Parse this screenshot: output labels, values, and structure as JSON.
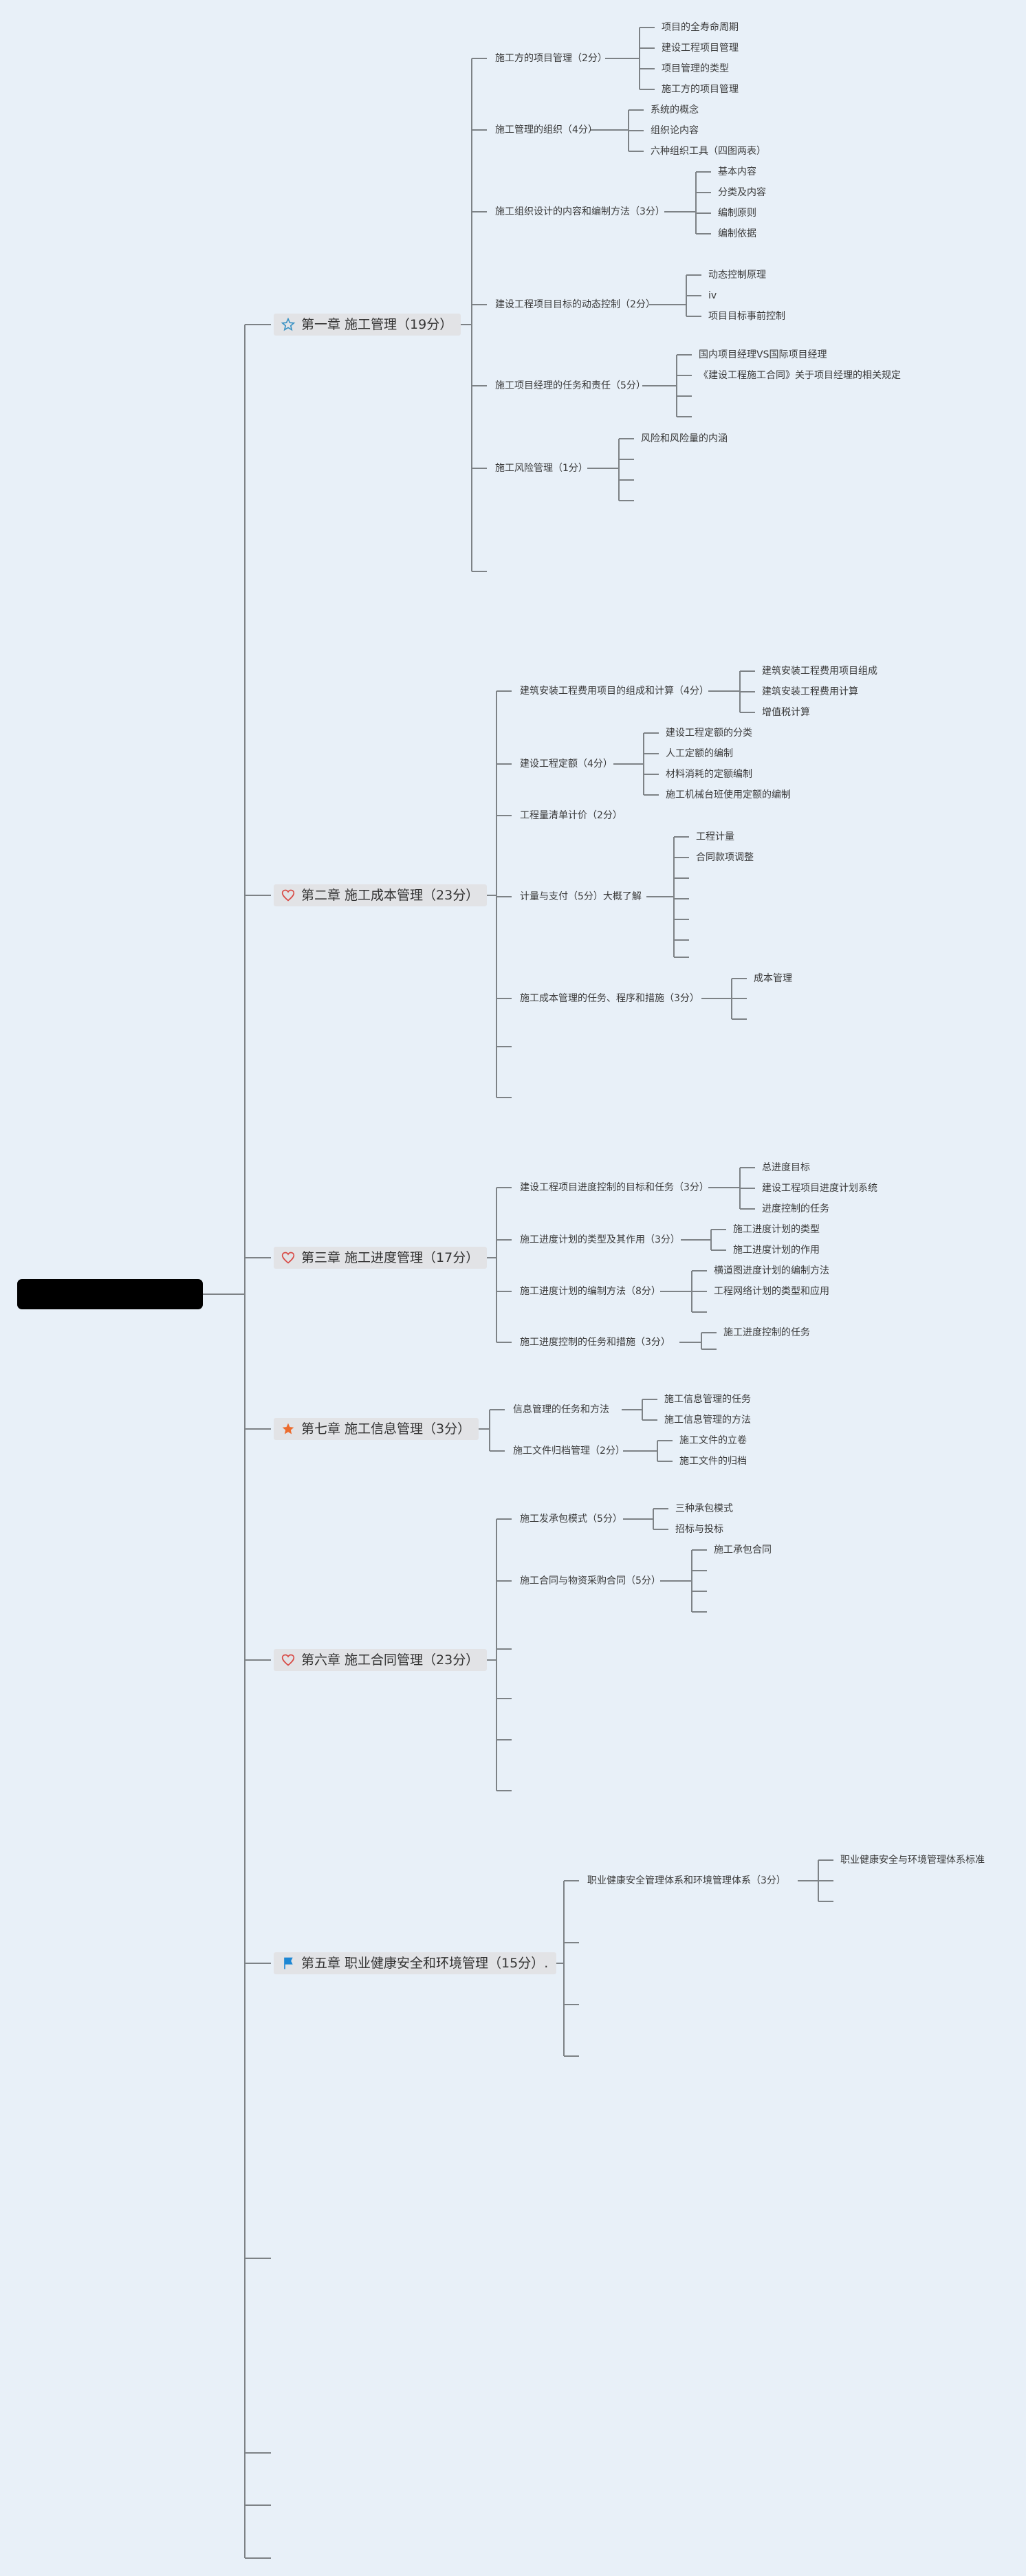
{
  "chapters": [
    {
      "label": "第一章 施工管理（19分）",
      "icon": "star-outline-icon",
      "topics": [
        {
          "label": "施工方的项目管理（2分）",
          "leaves": [
            "项目的全寿命周期",
            "建设工程项目管理",
            "项目管理的类型",
            "施工方的项目管理"
          ]
        },
        {
          "label": "施工管理的组织（4分）",
          "leaves": [
            "系统的概念",
            "组织论内容",
            "六种组织工具（四图两表）"
          ]
        },
        {
          "label": "施工组织设计的内容和编制方法（3分）",
          "leaves": [
            "基本内容",
            "分类及内容",
            "编制原则",
            "编制依据"
          ]
        },
        {
          "label": "建设工程项目目标的动态控制（2分）",
          "leaves": [
            "动态控制原理",
            "iv",
            "项目目标事前控制"
          ]
        },
        {
          "label": "施工项目经理的任务和责任（5分）",
          "leaves": [
            "国内项目经理VS国际项目经理",
            "《建设工程施工合同》关于项目经理的相关规定"
          ]
        },
        {
          "label": "施工风险管理（1分）",
          "leaves": [
            "风险和风险量的内涵"
          ]
        }
      ]
    },
    {
      "label": "第二章 施工成本管理（23分）",
      "icon": "heart-outline-icon",
      "topics": [
        {
          "label": "建筑安装工程费用项目的组成和计算（4分）",
          "leaves": [
            "建筑安装工程费用项目组成",
            "建筑安装工程费用计算",
            "增值税计算"
          ]
        },
        {
          "label": "建设工程定额（4分）",
          "leaves": [
            "建设工程定额的分类",
            "人工定额的编制",
            "材料消耗的定额编制",
            "施工机械台班使用定额的编制"
          ]
        },
        {
          "label": "工程量清单计价（2分）",
          "leaves": []
        },
        {
          "label": "计量与支付（5分）大概了解",
          "leaves": [
            "工程计量",
            "合同款项调整"
          ]
        },
        {
          "label": "施工成本管理的任务、程序和措施（3分）",
          "leaves": [
            "成本管理"
          ]
        }
      ]
    },
    {
      "label": "第三章 施工进度管理（17分）",
      "icon": "heart-outline-icon",
      "topics": [
        {
          "label": "建设工程项目进度控制的目标和任务（3分）",
          "leaves": [
            "总进度目标",
            "建设工程项目进度计划系统",
            "进度控制的任务"
          ]
        },
        {
          "label": "施工进度计划的类型及其作用（3分）",
          "leaves": [
            "施工进度计划的类型",
            "施工进度计划的作用"
          ]
        },
        {
          "label": "施工进度计划的编制方法（8分）",
          "leaves": [
            "横道图进度计划的编制方法",
            "工程网络计划的类型和应用"
          ]
        },
        {
          "label": "施工进度控制的任务和措施（3分）",
          "leaves": [
            "施工进度控制的任务"
          ]
        }
      ]
    },
    {
      "label": "第七章 施工信息管理（3分）",
      "icon": "star-filled-icon",
      "topics": [
        {
          "label": "信息管理的任务和方法",
          "leaves": [
            "施工信息管理的任务",
            "施工信息管理的方法"
          ]
        },
        {
          "label": "施工文件归档管理（2分）",
          "leaves": [
            "施工文件的立卷",
            "施工文件的归档"
          ]
        }
      ]
    },
    {
      "label": "第六章 施工合同管理（23分）",
      "icon": "heart-outline-icon",
      "topics": [
        {
          "label": "施工发承包模式（5分）",
          "leaves": [
            "三种承包模式",
            "招标与投标"
          ]
        },
        {
          "label": "施工合同与物资采购合同（5分）",
          "leaves": [
            "施工承包合同"
          ]
        }
      ]
    },
    {
      "label": "第五章 职业健康安全和环境管理（15分）.",
      "icon": "flag-icon",
      "topics": [
        {
          "label": "职业健康安全管理体系和环境管理体系（3分）",
          "leaves": [
            "职业健康安全与环境管理体系标准"
          ]
        }
      ]
    }
  ],
  "colors": {
    "background": "#e8f0f8",
    "line": "#7d8286",
    "chapter_bg": "#e2e3e6",
    "star_outline": "#3a92c4",
    "heart_outline": "#d84a45",
    "star_filled": "#ec6b2d",
    "flag": "#1d87d4"
  }
}
